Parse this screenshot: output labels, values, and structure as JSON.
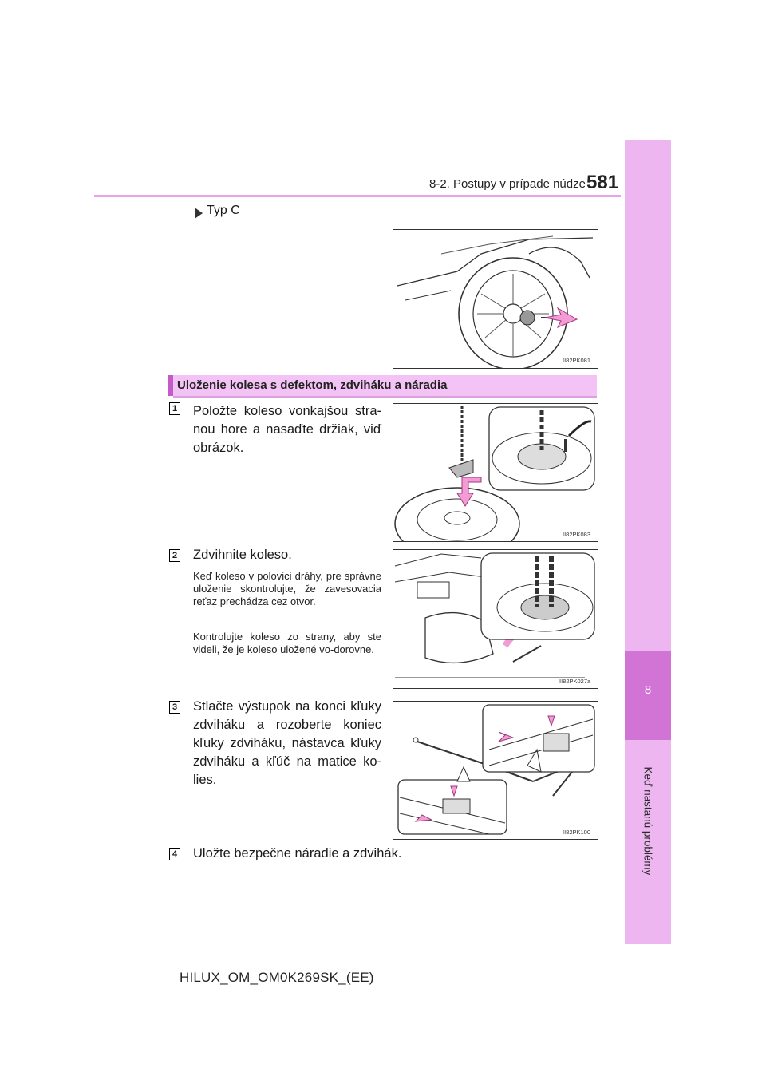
{
  "header": {
    "section": "8-2. Postupy v prípade núdze",
    "page_number": "581"
  },
  "side_tab": {
    "chapter_number": "8",
    "chapter_title": "Keď nastanú problémy"
  },
  "type_label": "Typ C",
  "figures": [
    {
      "code": "II82PK081"
    },
    {
      "code": "II82PK083"
    },
    {
      "code": "II82PK027a"
    },
    {
      "code": "II82PK100"
    }
  ],
  "section_title": "Uloženie kolesa s defektom, zdviháku a náradia",
  "steps": [
    {
      "number": "1",
      "text": "Položte koleso vonkajšou stra-nou hore a nasaďte držiak, viď obrázok."
    },
    {
      "number": "2",
      "text": "Zdvihnite koleso.",
      "notes": [
        "Keď koleso v polovici dráhy, pre správne uloženie skontrolujte, že zavesovacia reťaz prechádza cez otvor.",
        "Kontrolujte koleso zo strany, aby ste videli, že je koleso uložené vo-dorovne."
      ]
    },
    {
      "number": "3",
      "text": "Stlačte výstupok na konci kľuky zdviháku a rozoberte koniec kľuky zdviháku, nástavca kľuky zdviháku a kľúč na matice ko-lies."
    },
    {
      "number": "4",
      "text": "Uložte bezpečne náradie a zdvihák."
    }
  ],
  "footer": "HILUX_OM_OM0K269SK_(EE)",
  "colors": {
    "accent": "#e9a3ee",
    "tab_light": "#eeb6f1",
    "tab_dark": "#d273d6",
    "section_bar": "#f4c3f6",
    "arrow_pink": "#f29bd4"
  }
}
